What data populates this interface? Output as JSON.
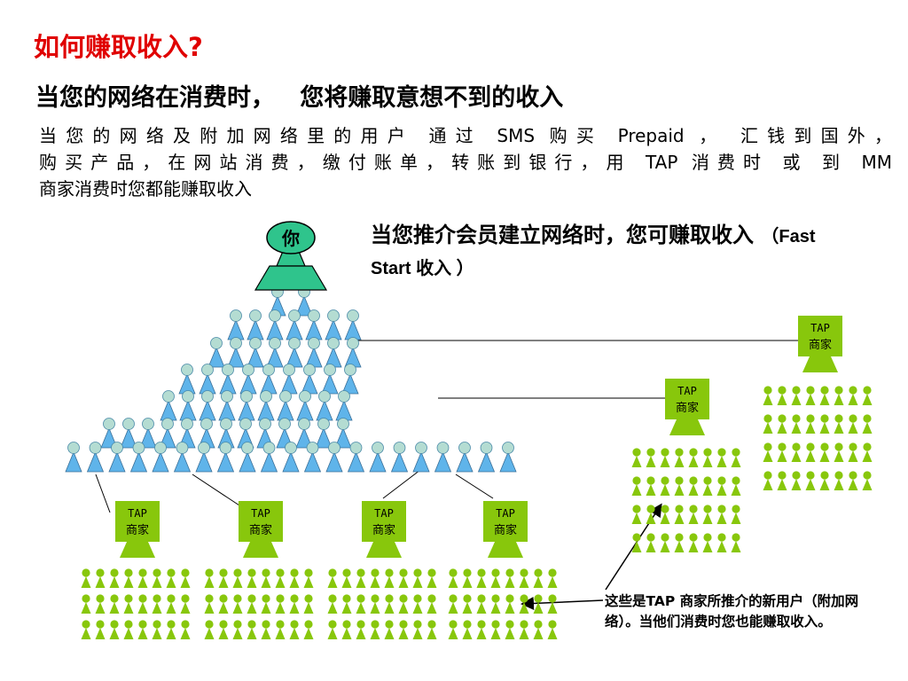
{
  "title": "如何赚取收入?",
  "subtitle": "当您的网络在消费时，   您将赚取意想不到的收入",
  "body_lines": [
    "当您的网络及附加网络里的用户 通过 SMS 购买 Prepaid ， 汇钱到国外，",
    "购买产品，在网站消费，缴付账单，转账到银行，用 TAP 消费时 或 到 MM",
    "商家消费时您都能赚取收入"
  ],
  "fast_start": {
    "main": "当您推介会员建立网络时，您可赚取收入",
    "note": "（Fast Start  收入 ）"
  },
  "top_node_label": "你",
  "merchant_label_line1": "TAP",
  "merchant_label_line2": "商家",
  "note_text": "这些是TAP 商家所推介的新用户（附加网络）。当他们消费时您也能赚取收入。",
  "colors": {
    "title": "#e00000",
    "you_node": "#2fc48c",
    "member": "#5fb4ea",
    "member_head": "#b4dcd2",
    "merchant": "#88c70c",
    "line": "#000000"
  }
}
